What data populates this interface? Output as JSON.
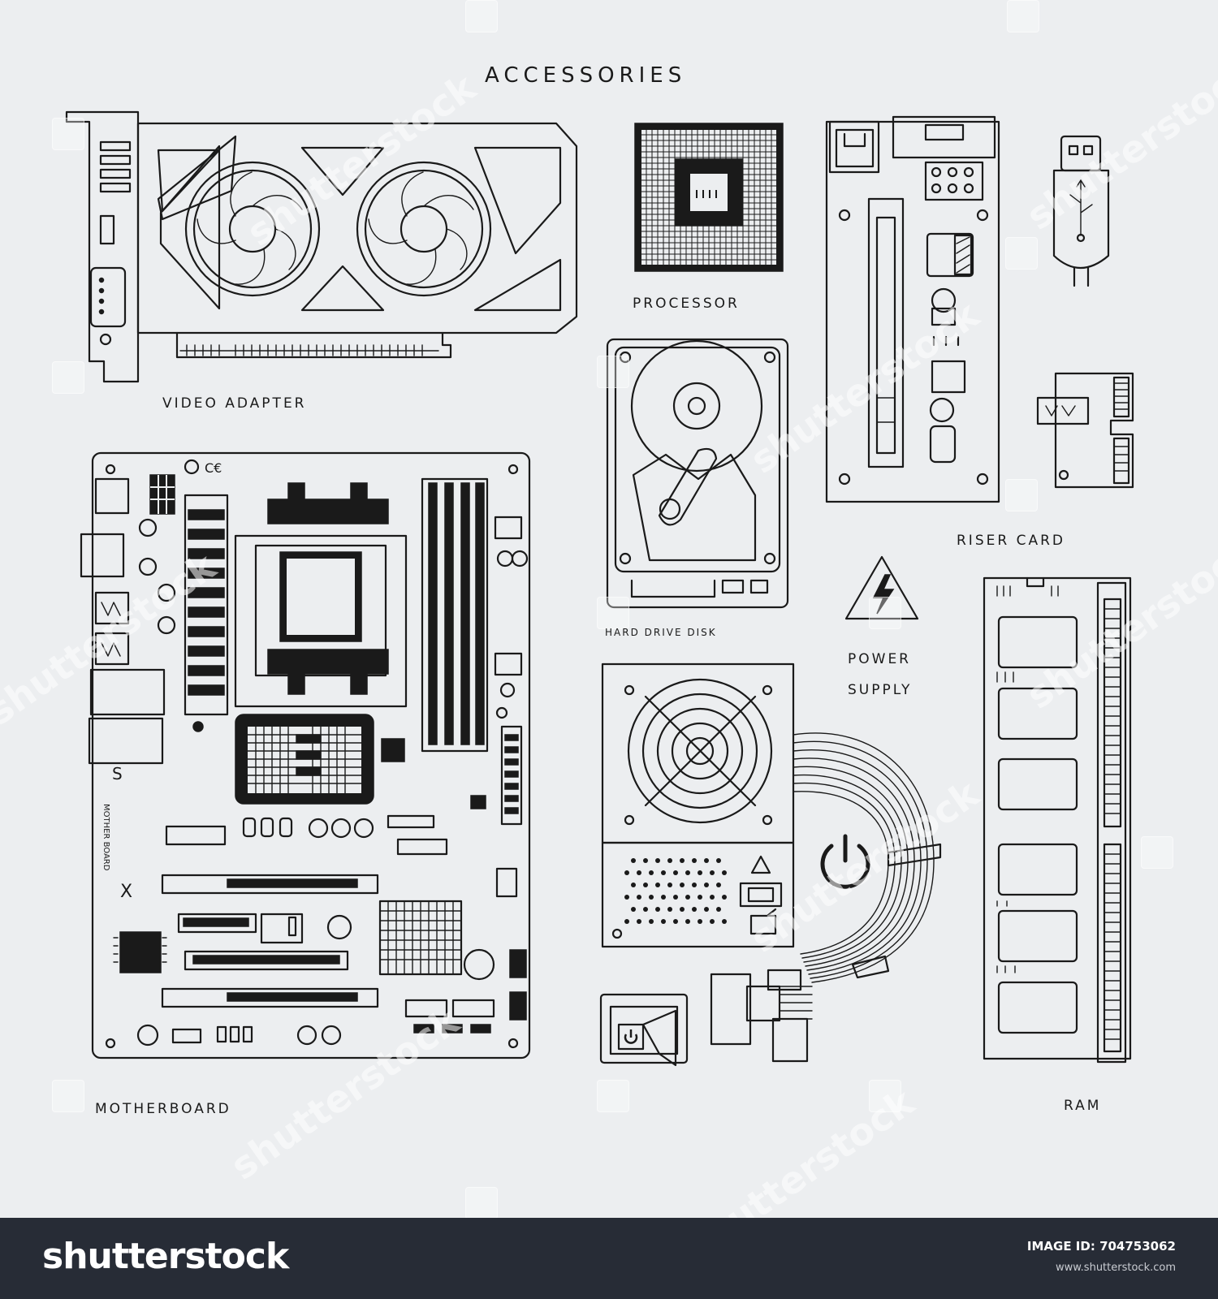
{
  "title": "ACCESSORIES",
  "components": {
    "video_adapter": "VIDEO ADAPTER",
    "processor": "PROCESSOR",
    "riser_card": "RISER CARD",
    "hard_drive": "HARD DRIVE DISK",
    "power_supply_line1": "POWER",
    "power_supply_line2": "SUPPLY",
    "motherboard": "MOTHERBOARD",
    "ram": "RAM",
    "motherboard_silk": "MOTHER BOARD"
  },
  "watermark": {
    "brand": "shutterstock",
    "image_id_label": "IMAGE ID:",
    "image_id": "704753062",
    "site": "www.shutterstock.com"
  },
  "colors": {
    "background": "#eceef0",
    "ink": "#1a1a1a",
    "footer": "#272c36"
  }
}
